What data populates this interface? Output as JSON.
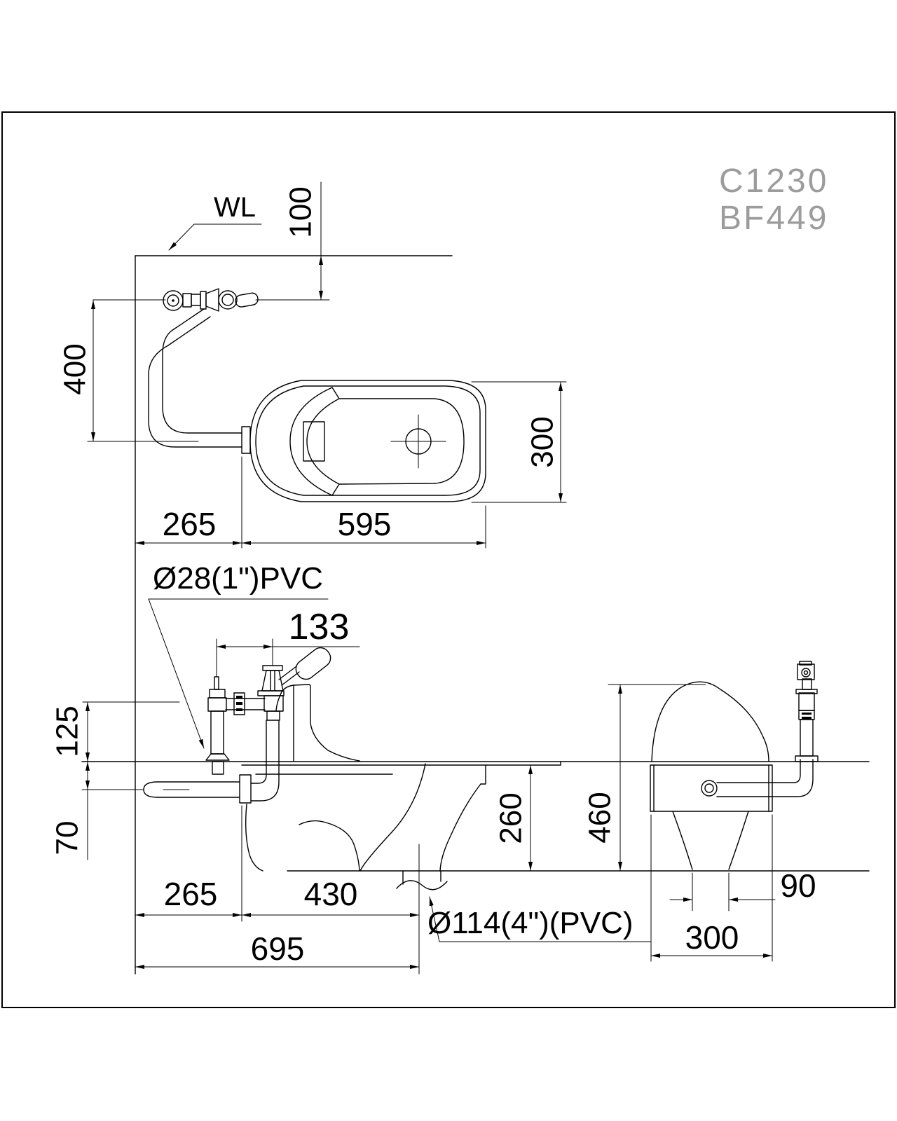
{
  "codes": {
    "model": "C1230",
    "fitting": "BF449"
  },
  "labels": {
    "wall_line": "WL",
    "inlet_pipe": "Ø28(1\")PVC",
    "drain_pipe": "Ø114(4\")(PVC)"
  },
  "dims": {
    "plan": {
      "valve_offset": "100",
      "valve_drop": "400",
      "pan_width": "300",
      "wall_to_pan": "265",
      "pan_length": "595"
    },
    "front": {
      "valve_spacing": "133",
      "inlet_height": "125",
      "supply_depth": "70",
      "pan_depth": "260",
      "overall_height": "460",
      "wall_to_pan": "265",
      "pan_to_drain": "430",
      "wall_to_drain": "695"
    },
    "end": {
      "drain_offset": "90",
      "body_width": "300"
    }
  }
}
